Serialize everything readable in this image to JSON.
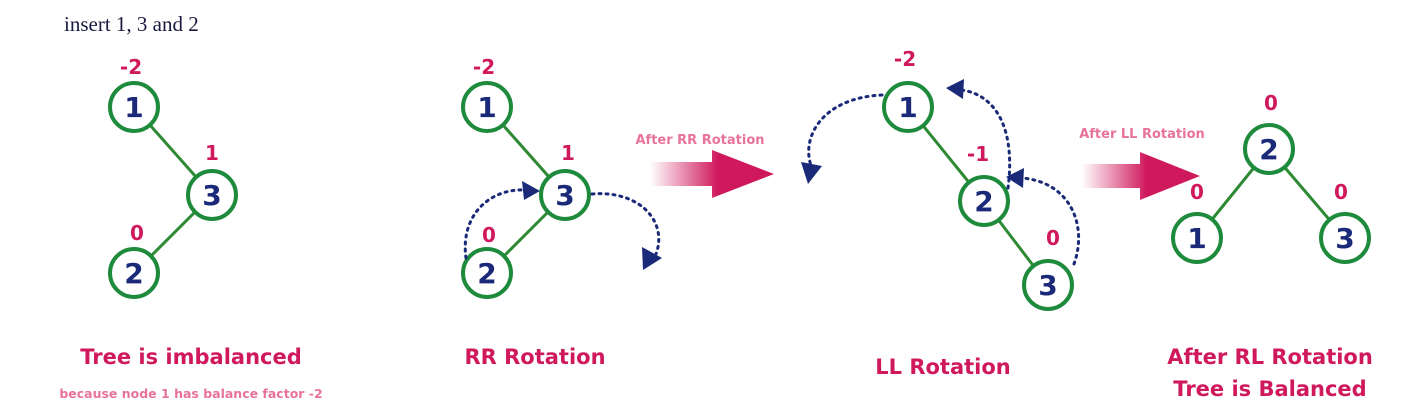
{
  "header": {
    "text": "insert 1, 3 and 2"
  },
  "colors": {
    "node_stroke": "#1e8a3c",
    "edge": "#2d8a33",
    "node_text": "#1a2a78",
    "balance_factor": "#d0185c",
    "caption": "#d0185c",
    "subcaption": "#e8739a",
    "rotation_arrow": "#1a2a78",
    "big_arrow": "#d0185c"
  },
  "panels": [
    {
      "id": "imbalanced",
      "caption": "Tree is imbalanced",
      "subcaption": "because node 1 has balance factor -2",
      "nodes": [
        {
          "key": "1",
          "balance": "-2"
        },
        {
          "key": "3",
          "balance": "1"
        },
        {
          "key": "2",
          "balance": "0"
        }
      ]
    },
    {
      "id": "rr",
      "caption": "RR Rotation",
      "nodes": [
        {
          "key": "1",
          "balance": "-2"
        },
        {
          "key": "3",
          "balance": "1"
        },
        {
          "key": "2",
          "balance": "0"
        }
      ]
    },
    {
      "id": "ll",
      "caption": "LL Rotation",
      "nodes": [
        {
          "key": "1",
          "balance": "-2"
        },
        {
          "key": "2",
          "balance": "-1"
        },
        {
          "key": "3",
          "balance": "0"
        }
      ]
    },
    {
      "id": "balanced",
      "caption_line1": "After RL Rotation",
      "caption_line2": "Tree is Balanced",
      "nodes": [
        {
          "key": "2",
          "balance": "0"
        },
        {
          "key": "1",
          "balance": "0"
        },
        {
          "key": "3",
          "balance": "0"
        }
      ]
    }
  ],
  "transitions": [
    {
      "label": "After RR Rotation"
    },
    {
      "label": "After LL Rotation"
    }
  ]
}
